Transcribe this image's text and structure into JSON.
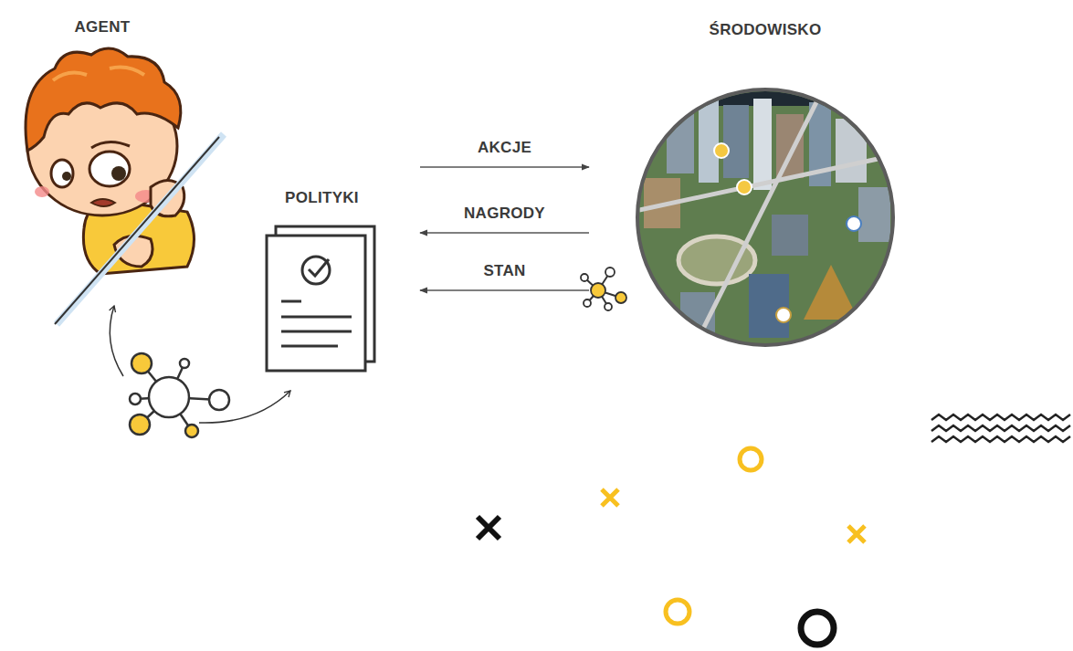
{
  "diagram": {
    "nodes": [
      {
        "text": [
          "AGENT"
        ]
      },
      {
        "text": [
          "POLITYKI"
        ]
      },
      {
        "text": [
          "ŚRODOWISKO"
        ]
      }
    ],
    "edges": [
      {
        "from": 1,
        "to": 2,
        "label": "AKCJE",
        "arrow": "to"
      },
      {
        "from": 2,
        "to": 1,
        "label": "NAGRODY",
        "arrow": "to"
      },
      {
        "from": 2,
        "to": 1,
        "label": "STAN",
        "arrow": "to"
      }
    ]
  }
}
